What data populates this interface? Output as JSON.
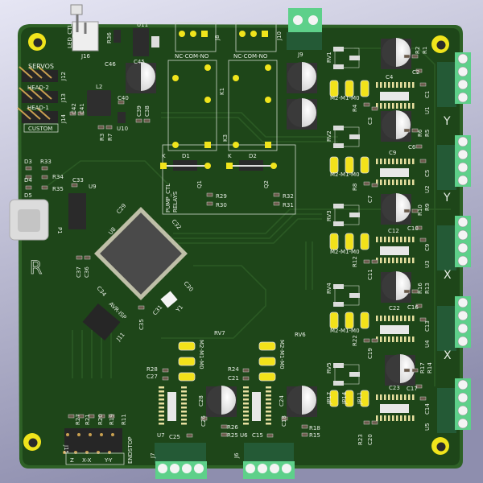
{
  "scene": {
    "board_color": "#1e4619",
    "edge_color": "#2e6126",
    "silk_color": "#e6ede4",
    "pad_color": "#f2e21a",
    "terminal_color": "#5ed08a",
    "background": "#c9c9e2"
  },
  "labels": {
    "j16": "J16",
    "led_ctl": "LED_CTL",
    "r36": "R36",
    "u11": "U11",
    "c46": "C46",
    "c45": "C45",
    "j8": "J8",
    "nc_com_no_1": "NC-COM-NO",
    "nc_com_no_2": "NC-COM-NO",
    "j10": "J10",
    "j9": "J9",
    "k1": "K1",
    "k3": "K3",
    "d1": "D1",
    "d2": "D2",
    "k_1": "K",
    "k_2": "K",
    "q1": "Q1",
    "q2": "Q2",
    "r29": "R29",
    "r30": "R30",
    "r32": "R32",
    "r31": "R31",
    "pump_ctl": "PUMP_CTL",
    "relays": "RELAYS",
    "servos": "SERVOS",
    "j12": "J12",
    "j13": "J13",
    "j14": "J14",
    "head2": "HEAD-2",
    "head1": "HEAD-1",
    "custom": "CUSTOM",
    "l2": "L2",
    "c42": "C42",
    "c41": "C41",
    "c40": "C40",
    "c39": "C39",
    "c38": "C38",
    "u10": "U10",
    "r3": "R3",
    "r7": "R7",
    "d3": "D3",
    "r33": "R33",
    "d4": "D4",
    "r34": "R34",
    "d5": "D5",
    "r35": "R35",
    "c33": "C33",
    "u9": "U9",
    "p1": "P1",
    "c29": "C29",
    "u8": "U8",
    "c32": "C32",
    "c37": "C37",
    "c36": "C36",
    "c34": "C34",
    "c35": "C35",
    "avr_isp": "AVR-ISP",
    "j11": "J11",
    "y1": "Y1",
    "c30": "C30",
    "c31": "C31",
    "logo_r": "R",
    "r27": "R27",
    "r21": "R21",
    "r20": "R20",
    "r19": "R19",
    "r11": "R11",
    "j15": "J15",
    "z": "Z",
    "xx": "X-X",
    "yy": "Y-Y",
    "endstop": "ENDSTOP",
    "rv1": "RV1",
    "r2": "R2",
    "r1": "R1",
    "c2": "C2",
    "c4": "C4",
    "c1": "C1",
    "u1": "U1",
    "m_1": "M2-M1-M0",
    "r4": "R4",
    "c3": "C3",
    "rv2": "RV2",
    "r6": "R6",
    "r5": "R5",
    "c6": "C6",
    "c9": "C9",
    "c5": "C5",
    "u2": "U2",
    "m_2": "M2-M1-M0",
    "r8": "R8",
    "c7": "C7",
    "rv3": "RV3",
    "r10": "R10",
    "r9": "R9",
    "c10": "C10",
    "c12": "C12",
    "c9b": "C9",
    "u3": "U3",
    "m_3": "M2-M1-M0",
    "r12": "R12",
    "c11": "C11",
    "rv4": "RV4",
    "r16": "R16",
    "r13": "R13",
    "c16": "C16",
    "c22": "C22",
    "c13": "C13",
    "u4": "U4",
    "m_4": "M2-M1-M0",
    "r22": "R22",
    "c19": "C19",
    "rv5": "RV5",
    "r17": "R17",
    "r14": "R14",
    "c23": "C23",
    "c17": "C17",
    "jp17": "JP17",
    "jp14": "JP14",
    "jp11": "JP11",
    "c14": "C14",
    "u5": "U5",
    "r23": "R23",
    "c20": "C20",
    "rv6": "RV6",
    "rv7": "RV7",
    "m_6": "M2-M1-M0",
    "m_7": "M2-M1-M0",
    "r28": "R28",
    "c27": "C27",
    "r24": "R24",
    "c21": "C21",
    "c28": "C28",
    "c26": "C26",
    "r26": "R26",
    "r25": "R25",
    "u7": "U7",
    "c25": "C25",
    "c24": "C24",
    "c18": "C18",
    "r18": "R18",
    "r15": "R15",
    "u6": "U6",
    "c15": "C15",
    "j7": "J7",
    "j6": "J6",
    "axis_y1": "Y",
    "axis_y2": "Y",
    "axis_x1": "X",
    "axis_x2": "X"
  }
}
